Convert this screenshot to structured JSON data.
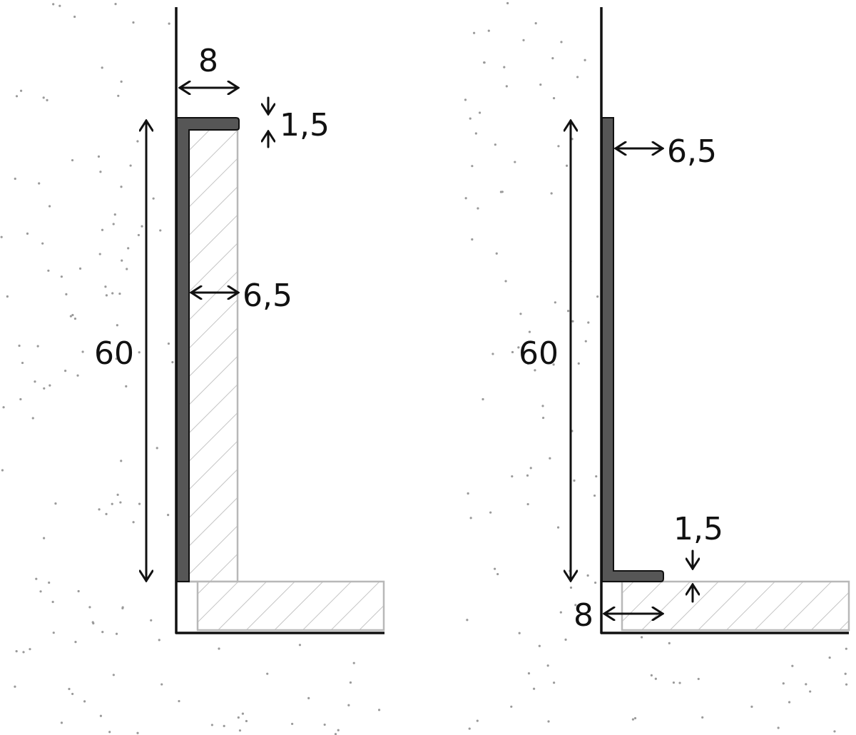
{
  "figure": {
    "left_detail": {
      "flange_width": "8",
      "flange_thickness": "1,5",
      "web_height": "60",
      "tile_thickness": "6,5"
    },
    "right_detail": {
      "flange_width": "8",
      "flange_thickness": "1,5",
      "web_height": "60",
      "tile_thickness": "6,5"
    },
    "colors": {
      "profile": "#565656",
      "tile_outline": "#b8b8b8",
      "concrete_dots": "#9a9a9a"
    }
  }
}
